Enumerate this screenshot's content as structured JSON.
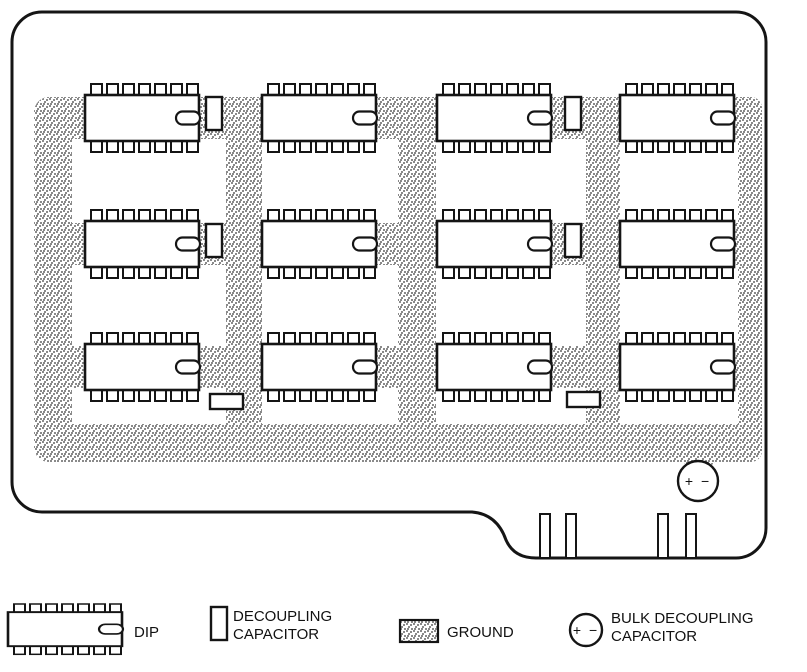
{
  "legend": {
    "dip": {
      "label": "DIP"
    },
    "decoupling": {
      "line1": "DECOUPLING",
      "line2": "CAPACITOR"
    },
    "ground": {
      "label": "GROUND"
    },
    "bulk": {
      "line1": "BULK DECOUPLING",
      "line2": "CAPACITOR"
    }
  },
  "board": {
    "bulk_capacitor_symbol": "+ −",
    "dip_count": 12,
    "decoupling_capacitor_count": 6,
    "edge_connector_pin_count": 4
  },
  "colors": {
    "line": "#151515",
    "ground_dot": "#8a8a8a",
    "background": "#ffffff"
  }
}
